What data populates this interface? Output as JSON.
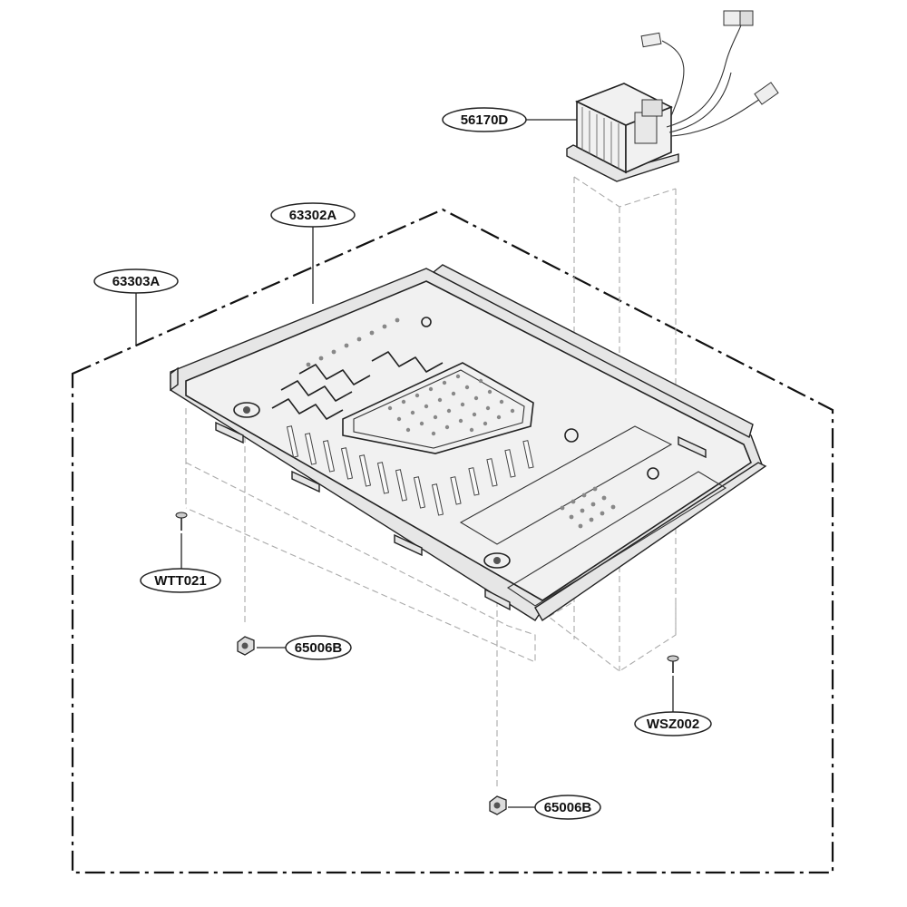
{
  "diagram": {
    "callouts": {
      "c56170D": "56170D",
      "c63302A": "63302A",
      "c63303A": "63303A",
      "cWTT021": "WTT021",
      "c65006B_left": "65006B",
      "cWSZ002": "WSZ002",
      "c65006B_bottom": "65006B"
    }
  }
}
